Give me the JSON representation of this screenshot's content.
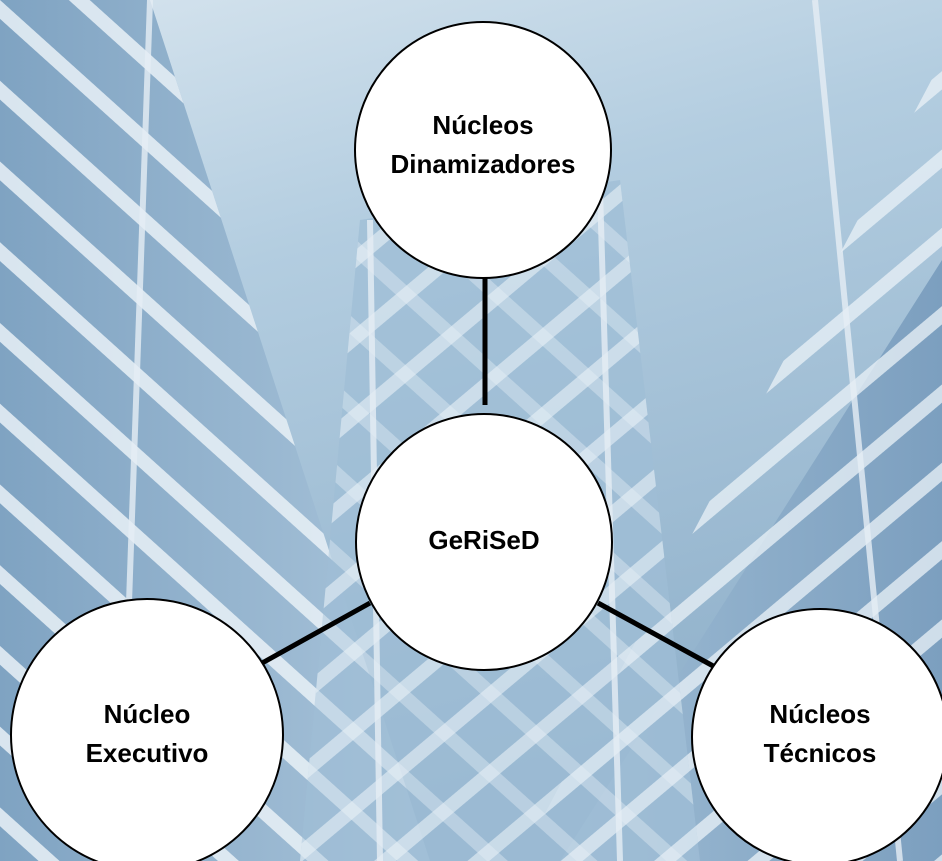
{
  "diagram": {
    "center": {
      "label": "GeRiSeD"
    },
    "nodes": {
      "top": {
        "line1": "Núcleos",
        "line2": "Dinamizadores"
      },
      "left": {
        "line1": "Núcleo",
        "line2": "Executivo"
      },
      "right": {
        "line1": "Núcleos",
        "line2": "Técnicos"
      }
    }
  }
}
